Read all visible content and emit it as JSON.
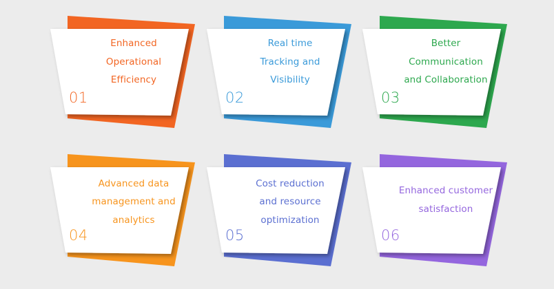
{
  "cards": [
    {
      "number": "01",
      "lines": [
        "Enhanced",
        "Operational",
        "Efficiency"
      ],
      "color": "#F26522"
    },
    {
      "number": "02",
      "lines": [
        "Real time",
        "Tracking and",
        "Visibility"
      ],
      "color": "#3A9AD9"
    },
    {
      "number": "03",
      "lines": [
        "Better",
        "Communication",
        "and Collaboration"
      ],
      "color": "#2DA84E"
    },
    {
      "number": "04",
      "lines": [
        "Advanced data",
        "management and",
        "analytics"
      ],
      "color": "#F7941D"
    },
    {
      "number": "05",
      "lines": [
        "Cost reduction",
        "and resource",
        "optimization"
      ],
      "color": "#5B6FD1"
    },
    {
      "number": "06",
      "lines": [
        "Enhanced customer",
        "satisfaction"
      ],
      "color": "#9466DE"
    }
  ]
}
